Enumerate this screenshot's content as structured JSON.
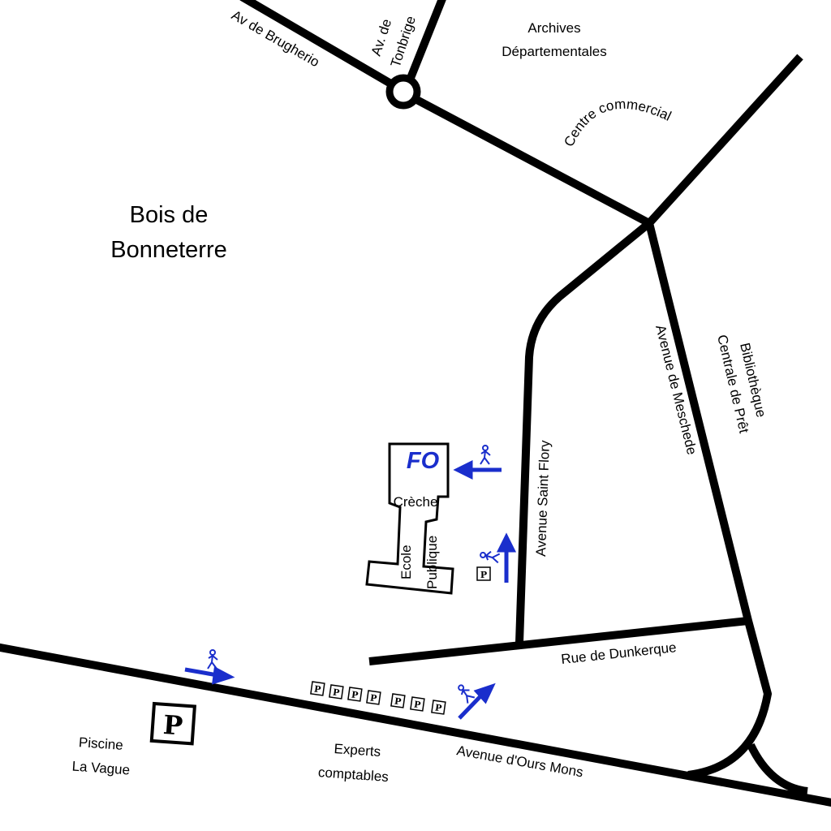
{
  "roads": {
    "av_brugherio": "Av de Brugherio",
    "av_tonbrige_line1": "Av. de",
    "av_tonbrige_line2": "Tonbrige",
    "avenue_saint_flory": "Avenue Saint Flory",
    "avenue_meschede": "Avenue de Meschede",
    "rue_dunkerque": "Rue de Dunkerque",
    "avenue_ours_mons": "Avenue d'Ours Mons"
  },
  "places": {
    "archives_line1": "Archives",
    "archives_line2": "Départementales",
    "centre_commercial": "Centre commercial",
    "bois_line1": "Bois de",
    "bois_line2": "Bonneterre",
    "bibliotheque_line1": "Bibliothèque",
    "bibliotheque_line2": "Centrale de Prêt",
    "piscine_line1": "Piscine",
    "piscine_line2": "La Vague",
    "experts_line1": "Experts",
    "experts_line2": "comptables",
    "creche": "Crèche",
    "ecole": "Ecole",
    "publique": "Publique"
  },
  "destination": {
    "label": "FO",
    "color": "#1a2ecc"
  },
  "parking": {
    "symbol": "P",
    "count_row": 7
  },
  "colors": {
    "route": "#1a2ecc",
    "road": "#000000"
  }
}
